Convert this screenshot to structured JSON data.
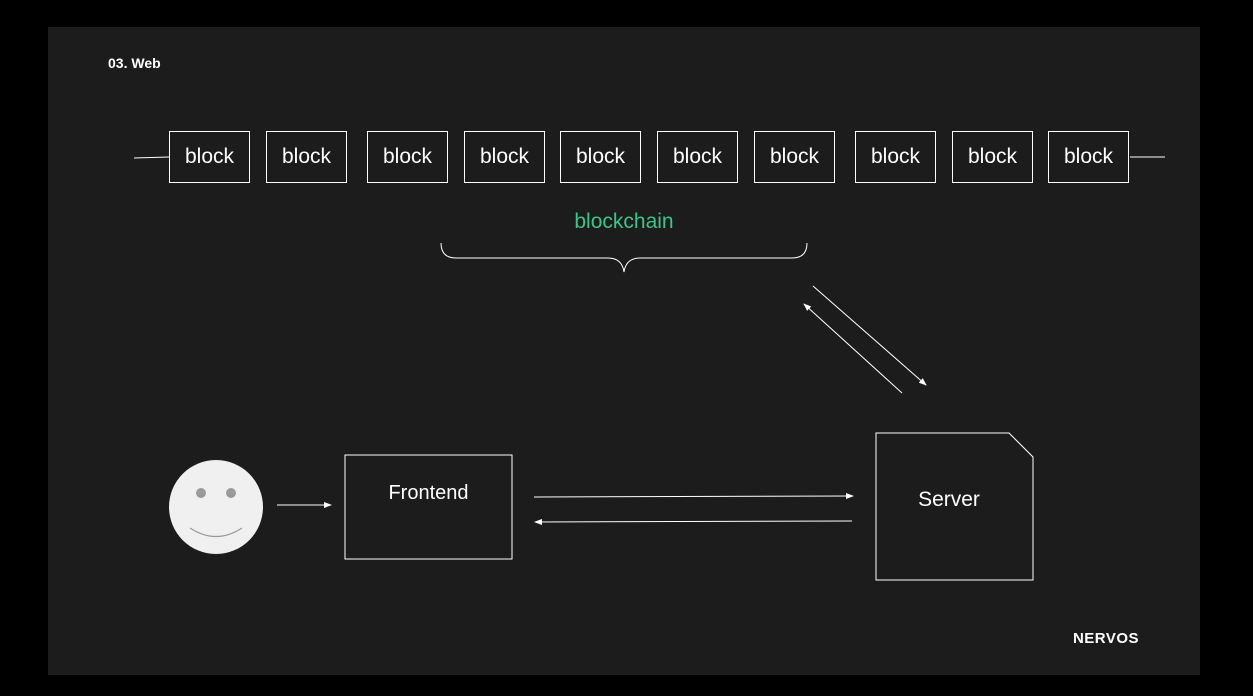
{
  "slide": {
    "section_title": "03. Web",
    "background_color": "#1c1c1c",
    "brand": "NERVOS"
  },
  "blockchain": {
    "blocks": [
      "block",
      "block",
      "block",
      "block",
      "block",
      "block",
      "block",
      "block",
      "block",
      "block"
    ],
    "label": "blockchain",
    "label_color": "#3ec486"
  },
  "nodes": {
    "user_icon": "smiley-face-icon",
    "frontend": "Frontend",
    "server": "Server"
  }
}
